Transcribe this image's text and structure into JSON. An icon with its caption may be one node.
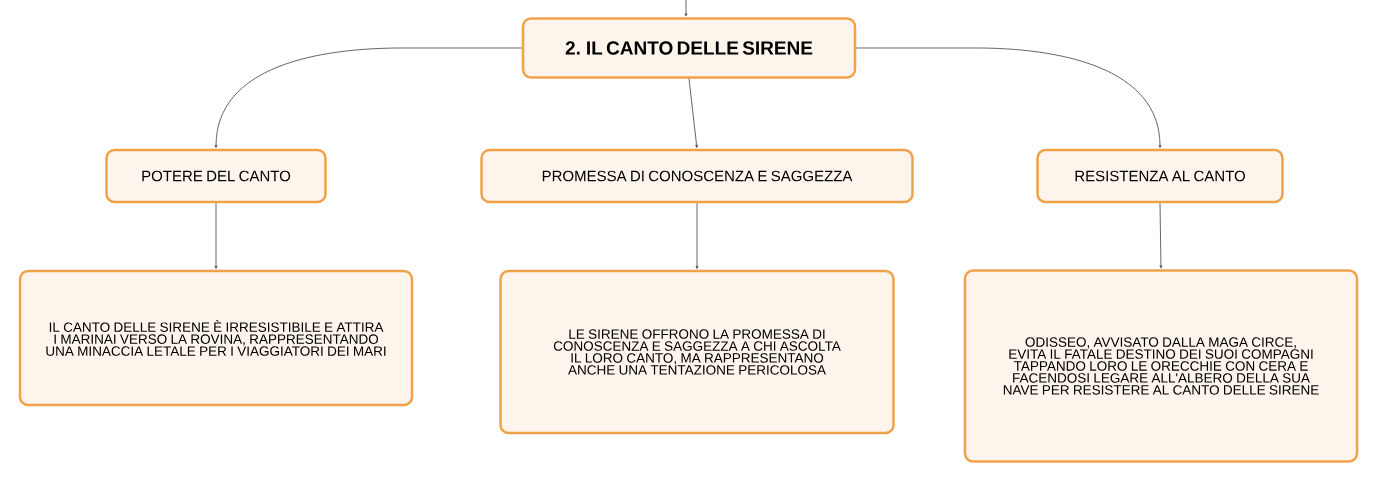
{
  "diagram": {
    "nodes": [
      {
        "text": [
          "2. IL CANTO DELLE SIRENE"
        ]
      },
      {
        "text": [
          "POTERE DEL CANTO"
        ]
      },
      {
        "text": [
          "PROMESSA DI CONOSCENZA E SAGGEZZA"
        ]
      },
      {
        "text": [
          "RESISTENZA AL CANTO"
        ]
      },
      {
        "text": [
          "IL CANTO DELLE SIRENE È IRRESISTIBILE E ATTIRA I MARINAI VERSO LA ROVINA, RAPPRESENTANDO UNA MINACCIA LETALE PER I VIAGGIATORI DEI MARI"
        ]
      },
      {
        "text": [
          "LE SIRENE OFFRONO LA PROMESSA DI CONOSCENZA E SAGGEZZA A CHI ASCOLTA IL LORO CANTO, MA RAPPRESENTANO ANCHE UNA TENTAZIONE PERICOLOSA"
        ]
      },
      {
        "text": [
          "ODISSEO, AVVISATO DALLA MAGA CIRCE, EVITA IL FATALE DESTINO DEI SUOI COMPAGNI TAPPANDO LORO LE ORECCHIE CON CERA E FACENDOSI LEGARE ALL'ALBERO DELLA SUA NAVE PER RESISTERE AL CANTO DELLE SIRENE"
        ]
      }
    ],
    "edges": [
      {
        "from": null,
        "to": 0,
        "arrow": "to"
      },
      {
        "from": 0,
        "to": 1,
        "arrow": "to"
      },
      {
        "from": 0,
        "to": 2,
        "arrow": "to"
      },
      {
        "from": 0,
        "to": 3,
        "arrow": "to"
      },
      {
        "from": 1,
        "to": 4,
        "arrow": "to"
      },
      {
        "from": 2,
        "to": 5,
        "arrow": "to"
      },
      {
        "from": 3,
        "to": 6,
        "arrow": "to"
      }
    ]
  }
}
